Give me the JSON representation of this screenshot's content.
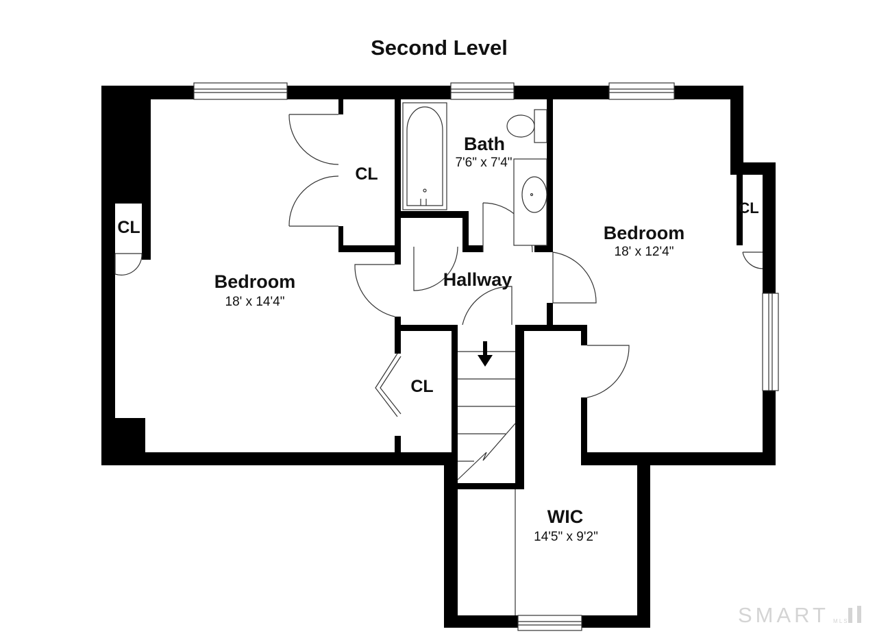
{
  "plan": {
    "title": "Second Level",
    "rooms": {
      "bedroom_left": {
        "name": "Bedroom",
        "dims": "18' x 14'4\""
      },
      "bath": {
        "name": "Bath",
        "dims": "7'6\" x 7'4\""
      },
      "hallway": {
        "name": "Hallway"
      },
      "bedroom_right": {
        "name": "Bedroom",
        "dims": "18' x 12'4\""
      },
      "wic": {
        "name": "WIC",
        "dims": "14'5\" x 9'2\""
      }
    },
    "closets": {
      "far_left": "CL",
      "upper_center": "CL",
      "lower_center": "CL",
      "right": "CL"
    }
  },
  "watermark": {
    "brand": "SMART",
    "sub": "M L S"
  },
  "colors": {
    "walls": "#000000",
    "lines": "#333333",
    "watermark": "#d4d4d4"
  },
  "icons": [
    "stair-down-arrow-icon",
    "toilet-icon",
    "sink-icon",
    "bathtub-icon"
  ]
}
